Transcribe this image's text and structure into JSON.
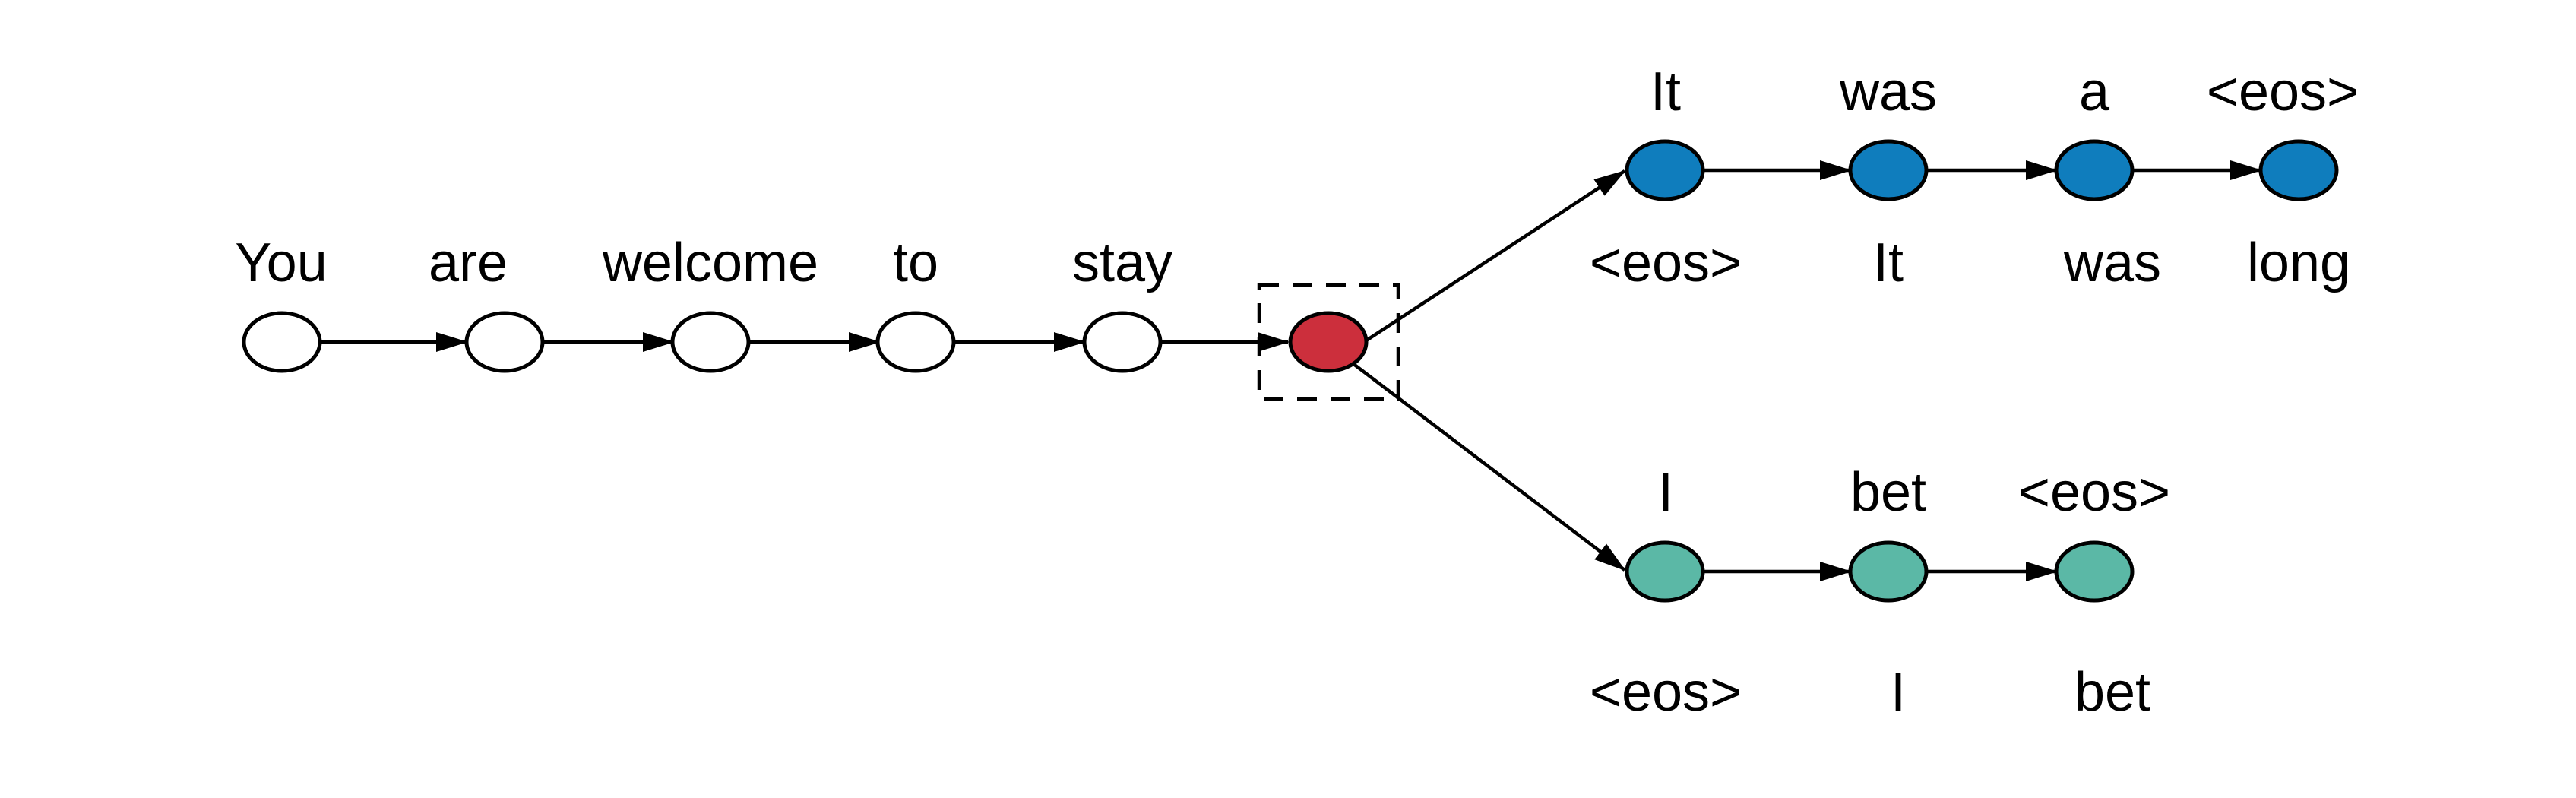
{
  "encoder": {
    "words": [
      "You",
      "are",
      "welcome",
      "to",
      "stay"
    ],
    "node_color": "#ffffff"
  },
  "context_node": {
    "color": "#cc2f3c"
  },
  "branch_top": {
    "inputs": [
      "<eos>",
      "It",
      "was",
      "long"
    ],
    "outputs": [
      "It",
      "was",
      "a",
      "<eos>"
    ],
    "node_color": "#0f7dbd"
  },
  "branch_bottom": {
    "inputs": [
      "<eos>",
      "I",
      "bet"
    ],
    "outputs": [
      "I",
      "bet",
      "<eos>"
    ],
    "node_color": "#5bb8a6"
  }
}
